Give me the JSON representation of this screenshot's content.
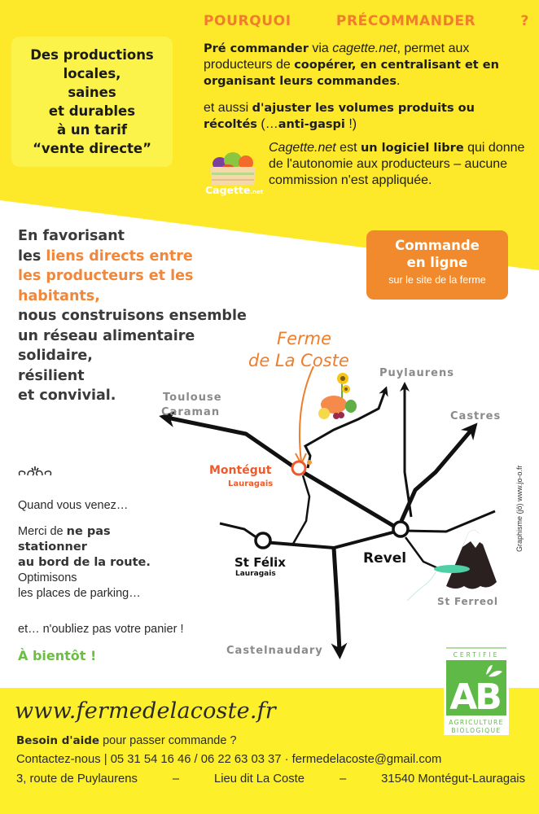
{
  "colors": {
    "yellow_band": "#fde82a",
    "yellow_box": "#fbf34a",
    "orange": "#f18a2c",
    "orange_title": "#f07d2a",
    "montegut_red": "#ee5a2c",
    "green": "#6dbd44",
    "ab_green": "#5fb946",
    "lake": "#4fcfa6"
  },
  "intro_box": {
    "lines": [
      "Des productions",
      "locales,",
      "saines",
      "et durables",
      "à un tarif",
      "“vente directe”"
    ]
  },
  "why": {
    "title_words": [
      "POURQUOI",
      "PRÉCOMMANDER",
      "?"
    ],
    "p1": {
      "b1": "Pré commander",
      "t1": " via ",
      "i1": "cagette.net",
      "t2": ", permet aux producteurs de ",
      "b2": "coopérer, en centralisant et en organisant leurs commandes",
      "t3": "."
    },
    "p2": {
      "t1": "et aussi ",
      "b1": "d'ajuster les volumes produits ou récoltés",
      "t2": " (…",
      "b2": "anti-gaspi",
      "t3": " !)"
    },
    "p3": {
      "i1": "Cagette.net",
      "t1": " est ",
      "b1": "un logiciel libre",
      "t2": " qui donne de l'autonomie aux producteurs – aucune commission n'est appliquée."
    },
    "cagette_logo": {
      "name": "Cagette",
      "suffix": ".net"
    }
  },
  "order_button": {
    "line1": "Commande",
    "line2": "en ligne",
    "sub": "sur le site de la ferme"
  },
  "mission": {
    "l1": "En favorisant",
    "l2a": "les ",
    "l2b": "liens directs entre",
    "l3": "les producteurs et les",
    "l4": "habitants,",
    "l5": "nous construisons ensemble",
    "l6": "un réseau alimentaire",
    "l7": "solidaire,",
    "l8": "résilient",
    "l9": "et convivial."
  },
  "map": {
    "farm_name_l1": "Ferme",
    "farm_name_l2": "de La Coste",
    "places": {
      "toulouse": "Toulouse",
      "caraman": "Caraman",
      "puylaurens": "Puylaurens",
      "castres": "Castres",
      "montegut": "Montégut",
      "montegut_sub": "Lauragais",
      "stfelix": "St Félix",
      "stfelix_sub": "Lauragais",
      "revel": "Revel",
      "stferreol": "St Ferreol",
      "castelnaudary": "Castelnaudary"
    },
    "credit": "Graphisme (jô) www.jo-o.fr"
  },
  "visit": {
    "l1": "Quand vous venez…",
    "l2a": "Merci de ",
    "l2b": "ne pas",
    "l3": "stationner",
    "l4": "au bord de la route.",
    "l5": "Optimisons",
    "l6": "les places de parking…",
    "l7": "et… n'oubliez pas votre panier !",
    "farewell": "À bientôt !"
  },
  "ab_logo": {
    "top": "CERTIFIE",
    "mark": "AB",
    "bottom1": "AGRICULTURE",
    "bottom2": "BIOLOGIQUE"
  },
  "footer": {
    "website": "www.fermedelacoste.fr",
    "help_bold": "Besoin d'aide",
    "help_rest": " pour passer commande ?",
    "contact": "Contactez-nous | 05 31 54 16 46 / 06 22 63 03 37 · fermedelacoste@gmail.com",
    "address_parts": [
      "3, route de Puylaurens",
      "–",
      "Lieu dit La Coste",
      "–",
      "31540 Montégut-Lauragais"
    ]
  }
}
